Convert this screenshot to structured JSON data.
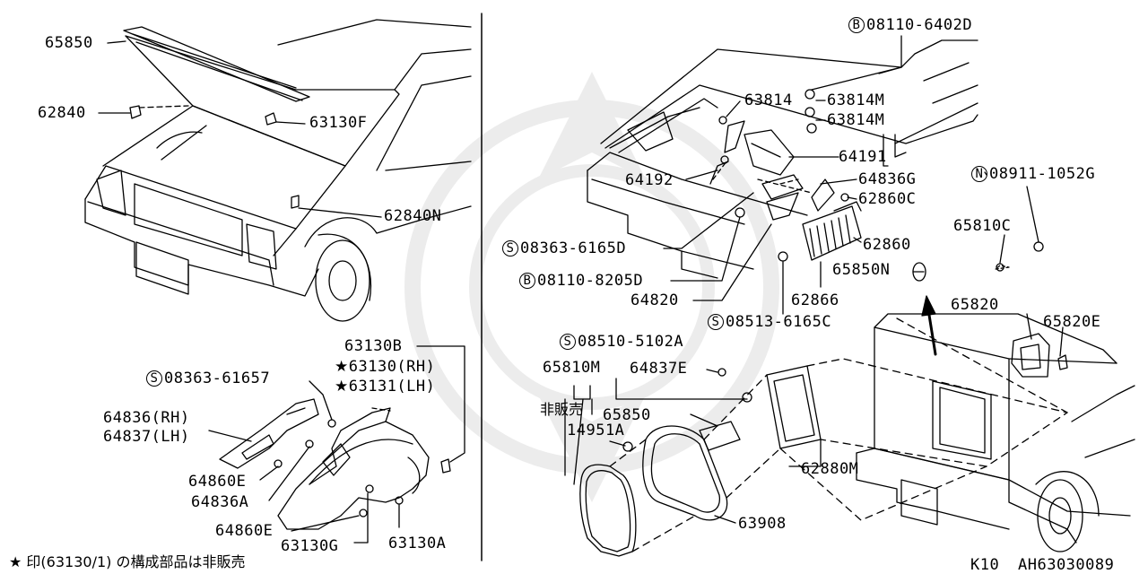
{
  "labels": {
    "p65850a": "65850",
    "p62840": "62840",
    "p63130F": "63130F",
    "p62840N": "62840N",
    "p63130B": "63130B",
    "p63130RH": "63130(RH)",
    "p63131LH": "63131(LH)",
    "s08363_61657": "08363-61657",
    "p64836RH": "64836(RH)",
    "p64837LH": "64837(LH)",
    "p64860E_a": "64860E",
    "p64836A": "64836A",
    "p64860E_b": "64860E",
    "p63130G": "63130G",
    "p63130A": "63130A",
    "b08110_6402D": "08110-6402D",
    "p63814": "63814",
    "p63814M_a": "63814M",
    "p63814M_b": "63814M",
    "p64191": "64191",
    "p64192": "64192",
    "p64836G": "64836G",
    "n08911_1052G": "08911-1052G",
    "p62860C": "62860C",
    "s08363_6165D": "08363-6165D",
    "p62860": "62860",
    "p65810C": "65810C",
    "b08110_8205D": "08110-8205D",
    "p65850N": "65850N",
    "p64820": "64820",
    "p62866": "62866",
    "s08513_6165C": "08513-6165C",
    "p65820": "65820",
    "p65820E": "65820E",
    "s08510_5102A": "08510-5102A",
    "p65810M": "65810M",
    "p64837E": "64837E",
    "hanbai": "非販売",
    "p65850b": "65850",
    "p14951A": "14951A",
    "p62880M": "62880M",
    "p63908": "63908"
  },
  "prefix": {
    "S": "S",
    "B": "B",
    "N": "N",
    "star": "★"
  },
  "footnote": "★ 印(63130/1) の構成部品は非販売",
  "code_left": "K10",
  "code_right": "AH63030089"
}
